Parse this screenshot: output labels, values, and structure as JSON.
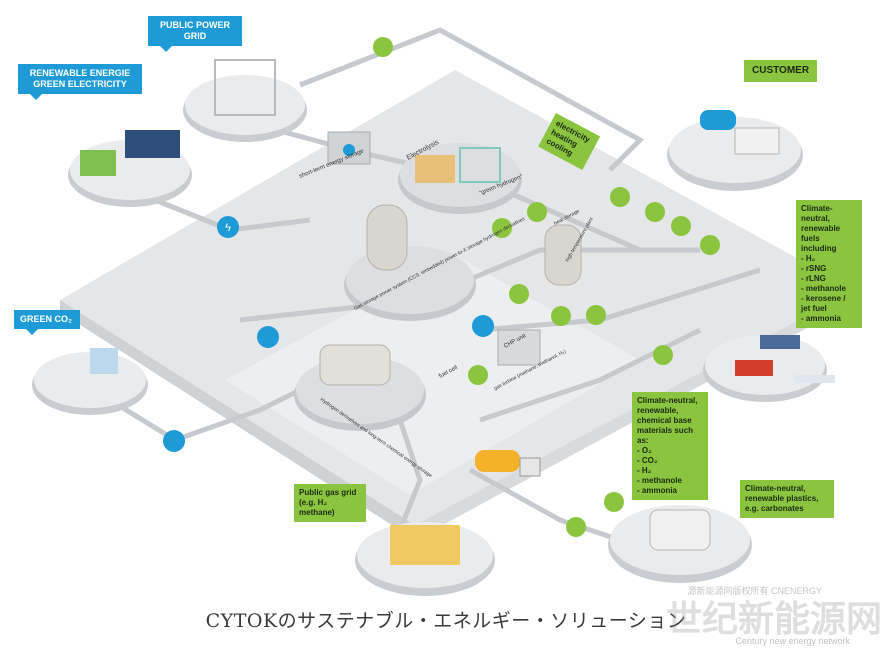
{
  "labels": {
    "public_power_grid": "PUBLIC POWER GRID",
    "renewable_energie": "RENEWABLE ENERGIE GREEN ELECTRICITY",
    "customer": "CUSTOMER",
    "green_co2": "GREEN CO₂",
    "electricity_heating_cooling": "electricity heating cooling",
    "public_gas_grid": "Public gas grid (e.g. H₂ methane)"
  },
  "platform": {
    "short_term_storage": "short-term energy storage",
    "electrolysis": "Electrolysis",
    "green_hydrogen": "\"green hydrogen\"",
    "gas_storage": "Gas storage power system (CCS, embedded) power-to-X storage hydrogen derivatives",
    "heat_storage": "heat storage",
    "high_temperature": "high temperature plant",
    "hydrogen_derivatives": "Hydrogen derivatives and long-term chemical energy storage",
    "chp": "CHP unit",
    "gas_turbine": "gas turbine (methane, methanol, H₂)",
    "fuel_cell": "fuel cell"
  },
  "fuels_box": {
    "title": "Climate-neutral, renewable fuels including",
    "items": [
      "- H₂",
      "- rSNG",
      "- rLNG",
      "- methanole",
      "- kerosene / jet fuel",
      "- ammonia"
    ]
  },
  "chem_box": {
    "title": "Climate-neutral, renewable, chemical base materials such as:",
    "items": [
      "- O₂",
      "- CO₂",
      "- H₂",
      "- methanole",
      "- ammonia"
    ]
  },
  "plastics_box": {
    "text": "Climate-neutral, renewable plastics, e.g. carbonates"
  },
  "icons": [
    "lightning-icon",
    "heat-wave-icon",
    "snowflake-icon",
    "leaf-icon",
    "co2-icon",
    "h2-icon"
  ],
  "caption": "CYTOKのサステナブル・エネルギー・ソリューション",
  "watermark": {
    "main": "世纪新能源网",
    "sub": "Century new energy network",
    "small": "源新能源网版权所有 CNENERGY"
  },
  "colors": {
    "blue": "#1e9bd7",
    "green": "#8bc53f",
    "platform": "#e6e8ea",
    "pipe": "#c9ccd0"
  }
}
